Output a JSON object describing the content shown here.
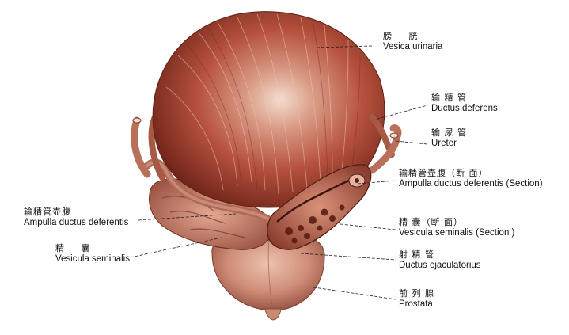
{
  "labels": {
    "bladder": {
      "zh": "膀 胱",
      "en": "Vesica urinaria"
    },
    "ductus_deferens": {
      "zh": "输 精 管",
      "en": "Ductus deferens"
    },
    "ureter": {
      "zh": "输 尿 管",
      "en": "Ureter"
    },
    "ampulla_section": {
      "zh": "输精管壶腹（断 面）",
      "en": "Ampulla ductus deferentis (Section)"
    },
    "ampulla_left": {
      "zh": "输精管壶腹",
      "en": "Ampulla ductus deferentis"
    },
    "vesicula_section": {
      "zh": "精 囊（断 面）",
      "en": "Vesicula seminalis (Section )"
    },
    "vesicula_left": {
      "zh": "精 囊",
      "en": "Vesicula seminalis"
    },
    "ejaculatory": {
      "zh": "射 精 管",
      "en": "Ductus ejaculatorius"
    },
    "prostate": {
      "zh": "前 列 腺",
      "en": "Prostata"
    }
  },
  "colors": {
    "bladder": "#b5503d",
    "bladder_highlight": "#f2d8c8",
    "tissue": "#c98a72",
    "tissue_dark": "#7a2f22",
    "prostate": "#d8a08a",
    "leader": "#222222"
  }
}
